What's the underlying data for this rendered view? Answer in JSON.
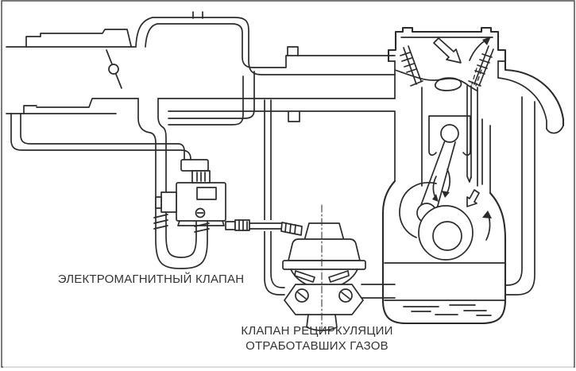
{
  "diagram": {
    "type": "engine-egr-system-cutaway-drawing",
    "labels": {
      "solenoid_valve": "ЭЛЕКТРОМАГНИТНЫЙ КЛАПАН",
      "egr_valve_line1": "КЛАПАН РЕЦИРКУЛЯЦИИ",
      "egr_valve_line2": "ОТРАБОТАВШИХ ГАЗОВ"
    },
    "components": [
      "intake-duct",
      "throttle-valve",
      "overhead-intake-pipe",
      "vacuum-hose",
      "solenoid-valve",
      "u-shaped-hose",
      "solenoid-egr-hose",
      "egr-valve",
      "egr-supply-pipe",
      "egr-exhaust-loop-pipe",
      "cylinder-head",
      "intake-exhaust-valves",
      "piston",
      "connecting-rod",
      "crankshaft",
      "crankcase",
      "exhaust-pipe",
      "flow-arrows"
    ],
    "colors": {
      "line": "#2b2b2b",
      "background": "#ffffff",
      "frame": "#5a5a5a",
      "text": "#333333"
    }
  }
}
